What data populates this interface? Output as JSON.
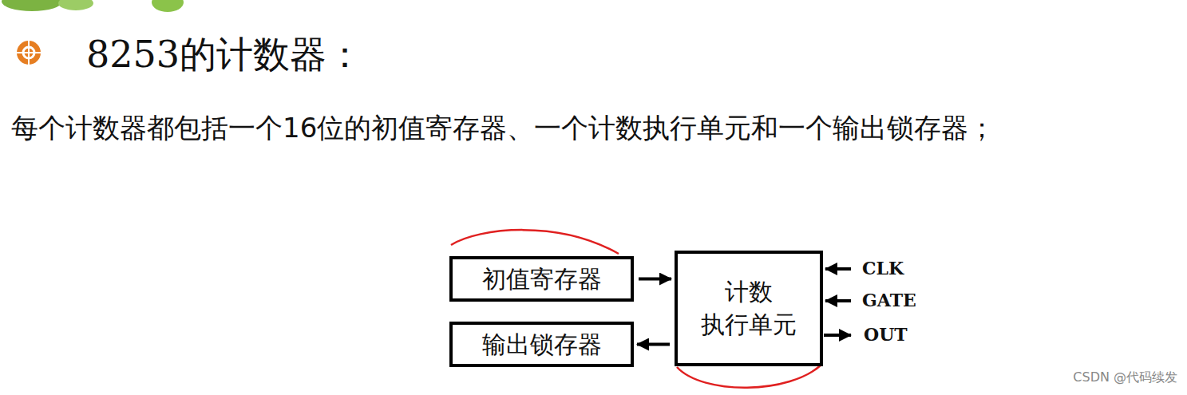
{
  "diagram": {
    "title": "8253的计数器：",
    "nodes": [
      {
        "text": [
          "初值寄存器"
        ]
      },
      {
        "text": [
          "计数 执行单元"
        ]
      },
      {
        "text": [
          "输出锁存器"
        ]
      }
    ],
    "edges": [
      {
        "from": 0,
        "to": 1,
        "arrow": "to"
      },
      {
        "from": 1,
        "to": 2,
        "arrow": "to"
      }
    ],
    "labels": [
      "每个计数器都包括一个16位的初值寄存器、一个计数执行单元和一个输出锁存器；",
      "CLK",
      "GATE",
      "OUT",
      "CSDN @代码续发"
    ]
  }
}
